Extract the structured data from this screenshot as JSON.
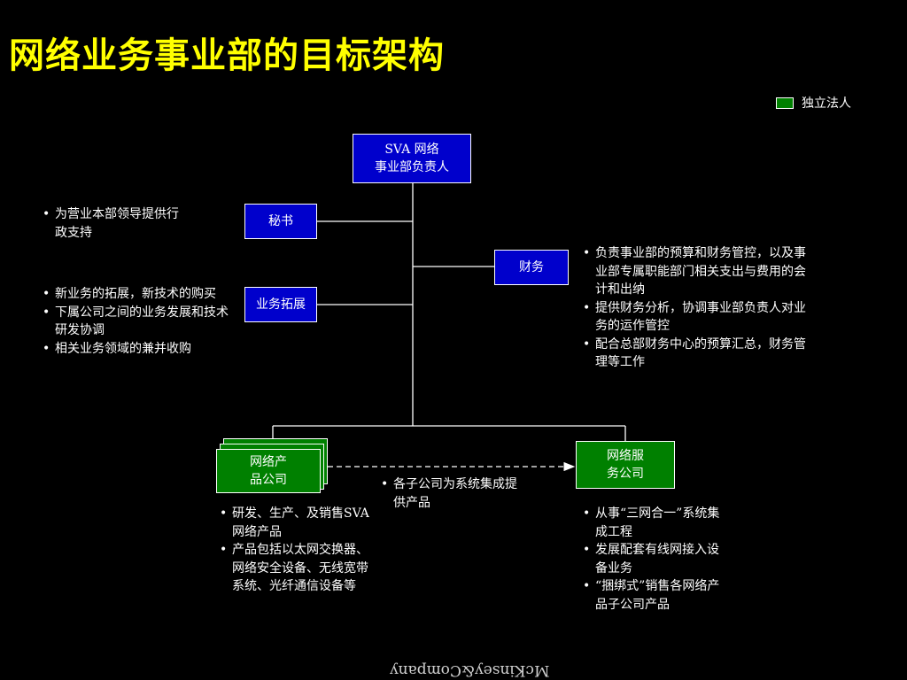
{
  "title": "网络业务事业部的目标架构",
  "legend": {
    "label": "独立法人",
    "color": "#008000"
  },
  "boxes": {
    "head": "SVA 网络\n事业部负责人",
    "secretary": "秘书",
    "bizdev": "业务拓展",
    "finance": "财务",
    "products": "网络产\n品公司",
    "services": "网络服\n务公司"
  },
  "notes": {
    "secretary": [
      "为营业本部领导提供行政支持"
    ],
    "bizdev": [
      "新业务的拓展，新技术的购买",
      "下属公司之间的业务发展和技术研发协调",
      "相关业务领域的兼并收购"
    ],
    "finance": [
      "负责事业部的预算和财务管控，以及事业部专属职能部门相关支出与费用的会计和出纳",
      "提供财务分析，协调事业部负责人对业务的运作管控",
      "配合总部财务中心的预算汇总，财务管理等工作"
    ],
    "arrow": [
      "各子公司为系统集成提供产品"
    ],
    "products": [
      "研发、生产、及销售SVA 网络产品",
      "产品包括以太网交换器、网络安全设备、无线宽带系统、光纤通信设备等"
    ],
    "services": [
      "从事“三网合一”系统集成工程",
      "发展配套有线网接入设备业务",
      "“捆绑式”销售各网络产品子公司产品"
    ]
  },
  "footer": "McKinsey&Company",
  "colors": {
    "title": "#ffff00",
    "blue_box": "#0000cc",
    "green_box": "#008000"
  }
}
